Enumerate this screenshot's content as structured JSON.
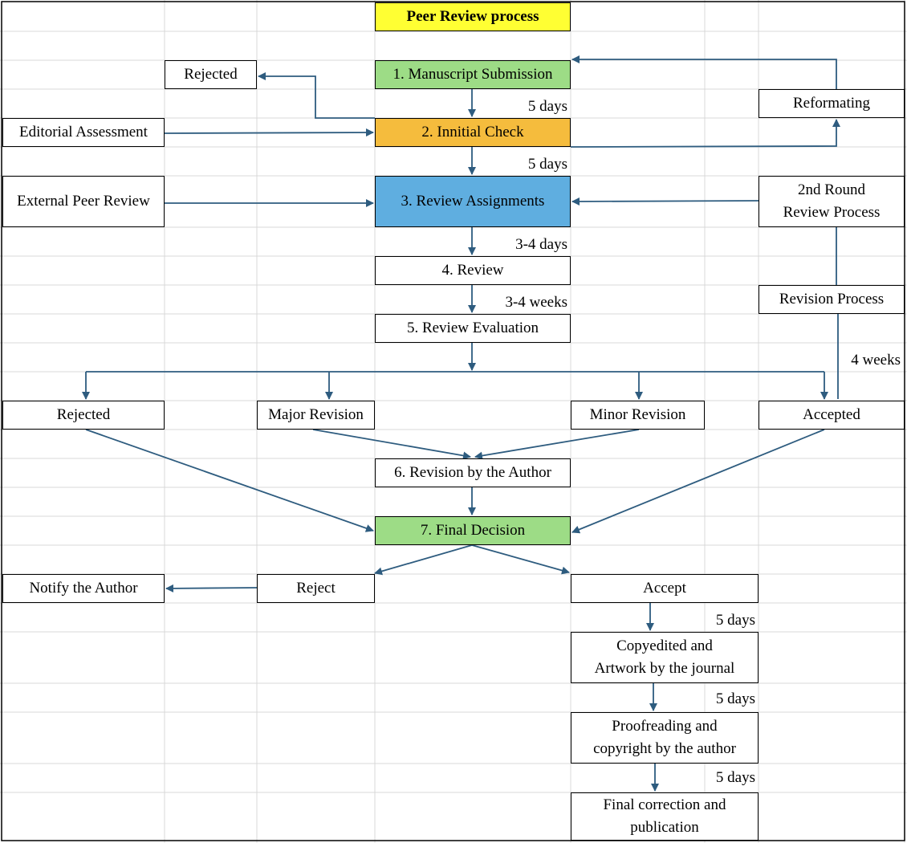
{
  "colors": {
    "title": "#ffff33",
    "submission": "#9ddc86",
    "check": "#f5bc3d",
    "assignments": "#5faee0",
    "final_decision": "#9ddc86",
    "arrow": "#2e5c7f",
    "grid": "#d9d9d9"
  },
  "title": "Peer Review process",
  "steps": {
    "submission": "1. Manuscript Submission",
    "check": "2. Innitial Check",
    "assignments": "3. Review Assignments",
    "review": "4. Review",
    "evaluation": "5. Review Evaluation",
    "revision_author": "6. Revision by the Author",
    "final_decision": "7. Final Decision"
  },
  "side": {
    "rejected_top": "Rejected",
    "editorial": "Editorial Assessment",
    "external": "External Peer Review",
    "reformating": "Reformating",
    "second_round": "2nd Round\nReview Process",
    "revision_process": "Revision Process"
  },
  "outcomes": {
    "rejected": "Rejected",
    "major": "Major Revision",
    "minor": "Minor Revision",
    "accepted": "Accepted"
  },
  "final": {
    "reject": "Reject",
    "notify": "Notify the Author",
    "accept": "Accept",
    "copyedit": "Copyedited and\nArtwork by the journal",
    "proofreading": "Proofreading and\ncopyright by the author",
    "publication": "Final correction and\npublication"
  },
  "durations": {
    "d1": "5 days",
    "d2": "5 days",
    "d3": "3-4 days",
    "d4": "3-4 weeks",
    "d5": "4 weeks",
    "d6": "5 days",
    "d7": "5 days",
    "d8": "5 days"
  }
}
